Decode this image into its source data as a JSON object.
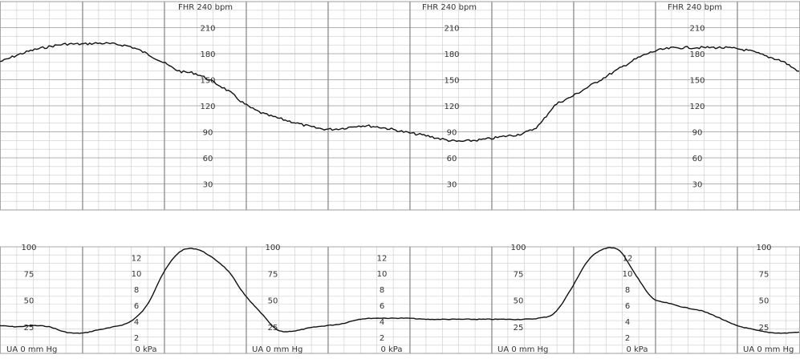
{
  "fhr_panel": {
    "scale_label": "FHR 240 bpm",
    "tick_labels": [
      "210",
      "180",
      "150",
      "120",
      "90",
      "60",
      "30"
    ]
  },
  "ua_panel": {
    "mmhg_tick_labels": [
      "100",
      "75",
      "50",
      "25"
    ],
    "kpa_tick_labels": [
      "12",
      "10",
      "8",
      "6",
      "4",
      "2"
    ],
    "mmhg_base_label": "UA  0  mm Hg",
    "kpa_base_label": "0 kPa"
  },
  "colors": {
    "grid_minor": "#cccccc",
    "grid_major": "#777777",
    "trace": "#111111",
    "background": "#ffffff"
  },
  "chart_data": [
    {
      "type": "line",
      "title": "FHR 240 bpm",
      "ylabel": "bpm",
      "ylim": [
        0,
        240
      ],
      "grid": true,
      "series": [
        {
          "x": [
            0,
            1,
            2,
            3,
            4,
            5,
            6,
            7,
            8,
            9,
            10,
            11,
            12,
            13,
            14,
            15,
            16,
            17,
            18,
            19,
            20,
            21,
            22,
            23,
            24,
            25,
            26,
            27,
            28,
            29,
            30,
            31,
            32,
            33,
            34,
            35,
            36,
            37,
            38,
            39,
            40,
            41,
            42,
            43,
            44,
            45,
            46,
            47,
            48,
            49
          ],
          "values": [
            171,
            178,
            184,
            188,
            191,
            191,
            192,
            191,
            188,
            180,
            170,
            160,
            157,
            148,
            137,
            122,
            112,
            106,
            101,
            96,
            93,
            94,
            97,
            96,
            93,
            89,
            86,
            82,
            79,
            80,
            82,
            85,
            88,
            97,
            120,
            130,
            141,
            152,
            163,
            174,
            182,
            186,
            187,
            187,
            187,
            186,
            183,
            177,
            171,
            160
          ]
        }
      ]
    },
    {
      "type": "line",
      "title": "",
      "ylabel": "mm Hg",
      "ylim": [
        0,
        100
      ],
      "grid": true,
      "series": [
        {
          "x": [
            0,
            1,
            2,
            3,
            4,
            5,
            6,
            7,
            8,
            9,
            10,
            11,
            12,
            13,
            14,
            15,
            16,
            17,
            18,
            19,
            20,
            21,
            22,
            23,
            24,
            25,
            26,
            27,
            28,
            29,
            30,
            31,
            32,
            33,
            34,
            35,
            36,
            37,
            38,
            39,
            40,
            41,
            42,
            43,
            44,
            45,
            46,
            47,
            48,
            49
          ],
          "values": [
            26,
            25,
            26,
            25,
            20,
            19,
            22,
            25,
            30,
            45,
            75,
            95,
            98,
            90,
            77,
            55,
            38,
            22,
            21,
            24,
            26,
            28,
            32,
            33,
            33,
            33,
            32,
            32,
            32,
            32,
            32,
            32,
            32,
            33,
            38,
            60,
            86,
            98,
            96,
            73,
            52,
            47,
            43,
            40,
            34,
            27,
            23,
            20,
            19,
            20
          ]
        }
      ]
    }
  ]
}
